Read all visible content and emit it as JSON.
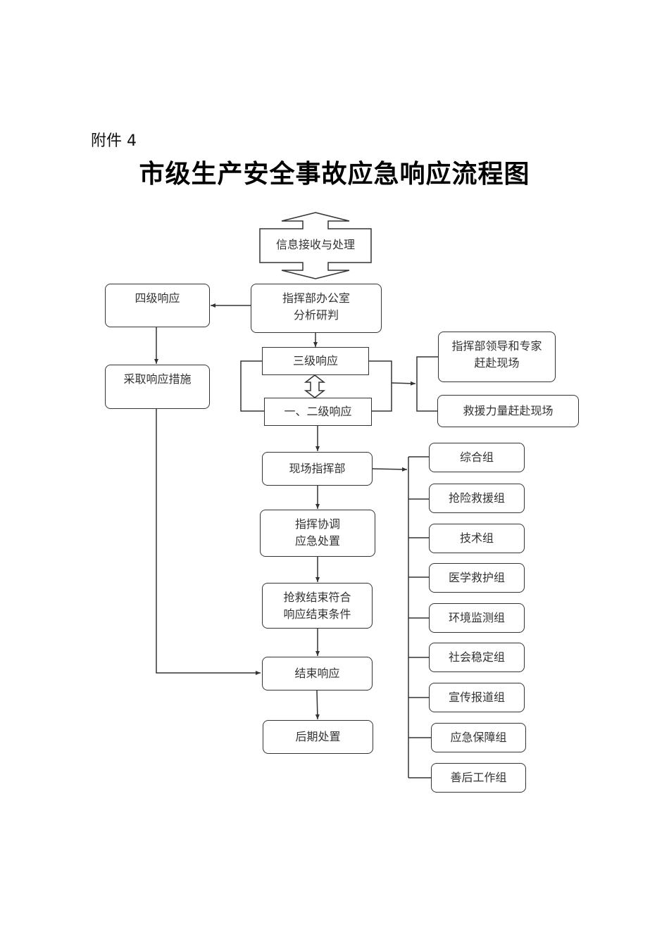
{
  "header": {
    "annex_label": "附件 4",
    "title": "市级生产安全事故应急响应流程图"
  },
  "flowchart": {
    "info_receive": "信息接收与处理",
    "level4": "四级响应",
    "office_analysis": "指挥部办公室\n分析研判",
    "level3": "三级响应",
    "level12": "一、二级响应",
    "take_measures": "采取响应措施",
    "leaders_experts": "指挥部领导和专家\n赶赴现场",
    "rescue_forces": "救援力量赶赴现场",
    "onsite_command": "现场指挥部",
    "coordination": "指挥协调\n应急处置",
    "rescue_end": "抢救结束符合\n响应结束条件",
    "end_response": "结束响应",
    "aftermath": "后期处置",
    "groups": [
      "综合组",
      "抢险救援组",
      "技术组",
      "医学救护组",
      "环境监测组",
      "社会稳定组",
      "宣传报道组",
      "应急保障组",
      "善后工作组"
    ]
  }
}
